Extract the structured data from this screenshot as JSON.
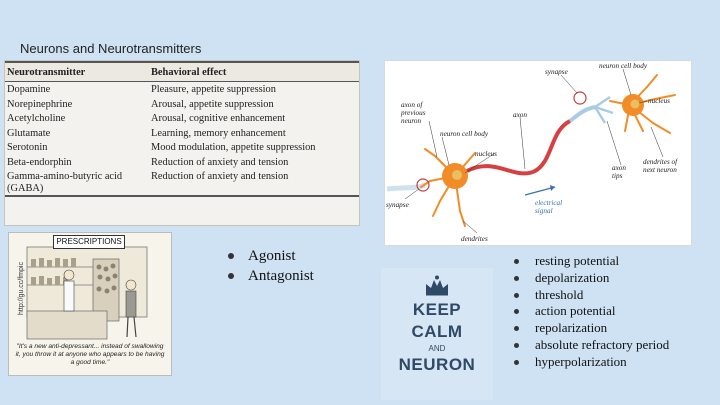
{
  "slide": {
    "title": "Neurons and Neurotransmitters"
  },
  "table": {
    "headers": [
      "Neurotransmitter",
      "Behavioral effect"
    ],
    "rows": [
      [
        "Dopamine",
        "Pleasure, appetite suppression"
      ],
      [
        "Norepinephrine",
        "Arousal, appetite suppression"
      ],
      [
        "Acetylcholine",
        "Arousal, cognitive enhancement"
      ],
      [
        "Glutamate",
        "Learning, memory enhancement"
      ],
      [
        "Serotonin",
        "Mood modulation, appetite suppression"
      ],
      [
        "Beta-endorphin",
        "Reduction of anxiety and tension"
      ],
      [
        "Gamma-amino-butyric acid (GABA)",
        "Reduction of anxiety and tension"
      ]
    ]
  },
  "cartoon": {
    "sign": "PRESCRIPTIONS",
    "url": "http://gu.cc/fmpic",
    "caption": "\"It's a new anti-depressant... instead of swallowing it, you throw it at anyone who appears to be having a good time.\""
  },
  "agonist_list": [
    "Agonist",
    "Antagonist"
  ],
  "keep_calm": {
    "line1": "KEEP",
    "line2": "CALM",
    "line3": "AND",
    "line4": "NEURON"
  },
  "neuron_diagram": {
    "labels": {
      "synapse_top": "synapse",
      "neuron_cell_body_top": "neuron cell body",
      "nucleus_right": "nucleus",
      "axon_prev": "axon of\nprevious\nneuron",
      "axon": "axon",
      "neuron_cell_body_mid": "neuron cell body",
      "nucleus_mid": "nucleus",
      "axon_tips": "axon\ntips",
      "dendrites_next": "dendrites of\nnext neuron",
      "synapse_left": "synapse",
      "electrical_signal": "electrical\nsignal",
      "dendrites": "dendrites"
    },
    "colors": {
      "cell": "#f28c28",
      "axon": "#d64040",
      "dendrite_blue": "#a9cbe3",
      "signal": "#3a6fb0"
    }
  },
  "terms": [
    "resting potential",
    "depolarization",
    "threshold",
    "action potential",
    "repolarization",
    "absolute refractory period",
    "hyperpolarization"
  ]
}
